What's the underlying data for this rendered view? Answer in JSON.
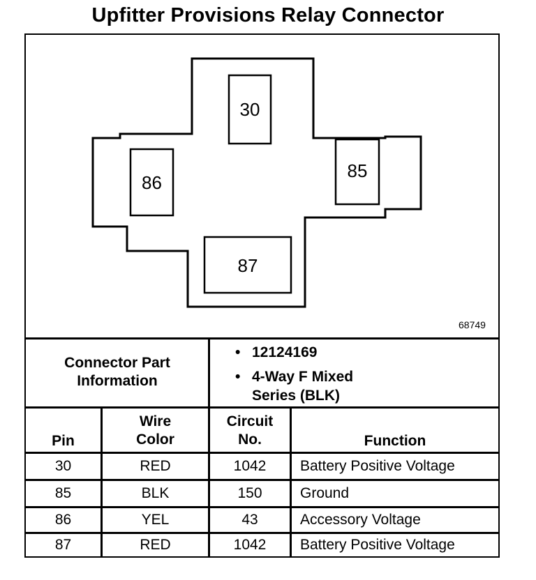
{
  "title": "Upfitter Provisions Relay Connector",
  "diagram": {
    "pins": [
      "30",
      "85",
      "86",
      "87"
    ],
    "figure_id": "68749"
  },
  "connector_info": {
    "label_line1": "Connector Part",
    "label_line2": "Information",
    "items": [
      {
        "bullet": "•",
        "line1": "12124169",
        "line2": ""
      },
      {
        "bullet": "•",
        "line1": "4-Way F Mixed",
        "line2": "Series (BLK)"
      }
    ]
  },
  "table": {
    "headers": {
      "pin": "Pin",
      "wire_color_line1": "Wire",
      "wire_color_line2": "Color",
      "circuit_line1": "Circuit",
      "circuit_line2": "No.",
      "function": "Function"
    },
    "rows": [
      {
        "pin": "30",
        "color": "RED",
        "circuit": "1042",
        "function": "Battery Positive Voltage"
      },
      {
        "pin": "85",
        "color": "BLK",
        "circuit": "150",
        "function": "Ground"
      },
      {
        "pin": "86",
        "color": "YEL",
        "circuit": "43",
        "function": "Accessory Voltage"
      },
      {
        "pin": "87",
        "color": "RED",
        "circuit": "1042",
        "function": "Battery Positive Voltage"
      }
    ]
  }
}
